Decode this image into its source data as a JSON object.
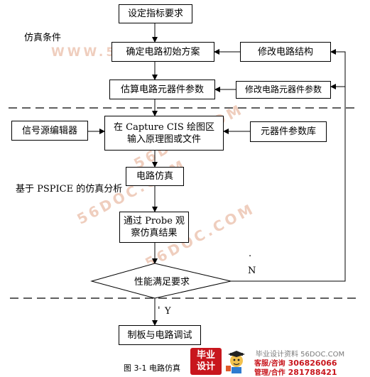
{
  "nodes": {
    "set_requirements": "设定指标要求",
    "initial_scheme": "确定电路初始方案",
    "modify_structure": "修改电路结构",
    "estimate_params": "估算电路元器件参数",
    "modify_params": "修改电路元器件参数",
    "signal_editor": "信号源编辑器",
    "capture_line1": "在 Capture CIS 绘图区",
    "capture_line2": "输入原理图或文件",
    "component_lib": "元器件参数库",
    "simulation": "电路仿真",
    "probe_line1": "通过 Probe 观",
    "probe_line2": "察仿真结果",
    "decision": "性能满足要求",
    "board_debug": "制板与电路调试"
  },
  "labels": {
    "sim_conditions": "仿真条件",
    "pspice_analysis": "基于 PSPICE 的仿真分析",
    "no": "N",
    "yes": "Y",
    "yes_mark": "'",
    "no_mark": "."
  },
  "caption": "图 3-1  电路仿真",
  "watermarks": {
    "text1": "WWW.56DOC.COM",
    "text2": "56DOC.COM"
  },
  "logo": {
    "line1": "毕业",
    "line2": "设计"
  },
  "promo": {
    "site": "毕业设计资料 56DOC.COM",
    "service_label": "客服/咨询",
    "service_number": "306826066",
    "manage_label": "管理/合作",
    "manage_number": "281788421"
  },
  "colors": {
    "watermark": "#e8b49c",
    "logo_red": "#c8161d"
  }
}
